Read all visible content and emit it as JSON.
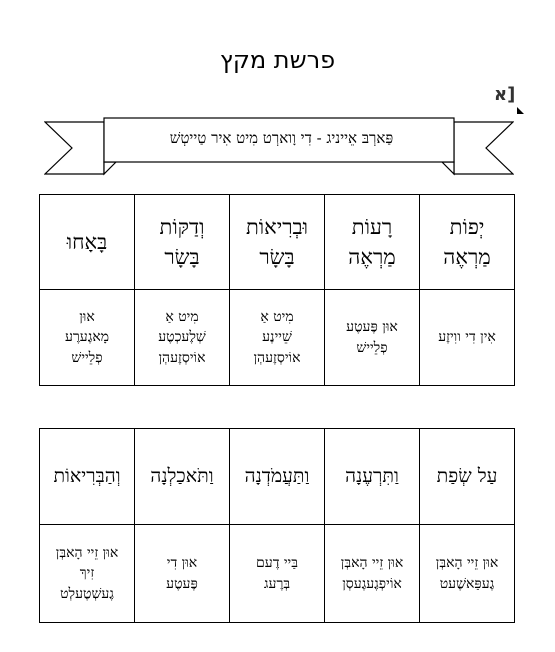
{
  "title": "פרשת מקץ",
  "marker": "[א",
  "banner": "פַּארְבּ אֵייניג - דִי וָוארְט מִיט אִיר טַייטְשׁ",
  "table1": {
    "headers": [
      [
        "יְפוֹת",
        "מַרְאֶה"
      ],
      [
        "רָעוֹת",
        "מַרְאֶה"
      ],
      [
        "וּבְרִיאוֹת",
        "בָּשָׂר"
      ],
      [
        "וְדַקּוֹת",
        "בָּשָׂר"
      ],
      [
        "בָּאָחוּ"
      ]
    ],
    "translations": [
      [
        "אִין דִי ווִיזֶע"
      ],
      [
        "אוּן פֶּעטֶע",
        "פְלֵיישׁ"
      ],
      [
        "מִיט אַ",
        "שֵׁיינֶע",
        "אוֹיסְזֶעהְן"
      ],
      [
        "מִיט אַ",
        "שְׁלֶעכְטֶע",
        "אוֹיסְזֶעהְן"
      ],
      [
        "אוּן",
        "מָאגֶערֶע",
        "פְלֵיישׁ"
      ]
    ]
  },
  "table2": {
    "headers": [
      [
        "עַל שְׂפַת"
      ],
      [
        "וַתִּרְעֶנָה"
      ],
      [
        "וַתַּעֲמֹדְנָה"
      ],
      [
        "וַתֹּאכַלְנָה"
      ],
      [
        "וְהַבְּרִיאוֹת"
      ]
    ],
    "translations": [
      [
        "אוּן זֵיי הָאבְּן",
        "גֶעפַּאשֶׁעט"
      ],
      [
        "אוּן זֵיי הָאבְּן",
        "אוֹיפְגֶעגֶעסְן"
      ],
      [
        "בַּיי דֶעם",
        "בְּרֶעג"
      ],
      [
        "אוּן דִי",
        "פֶּעטֶע"
      ],
      [
        "אוּן זֵיי הָאבְּן",
        "זִיךְ",
        "גֶעשְׁטֶעלְט"
      ]
    ]
  }
}
